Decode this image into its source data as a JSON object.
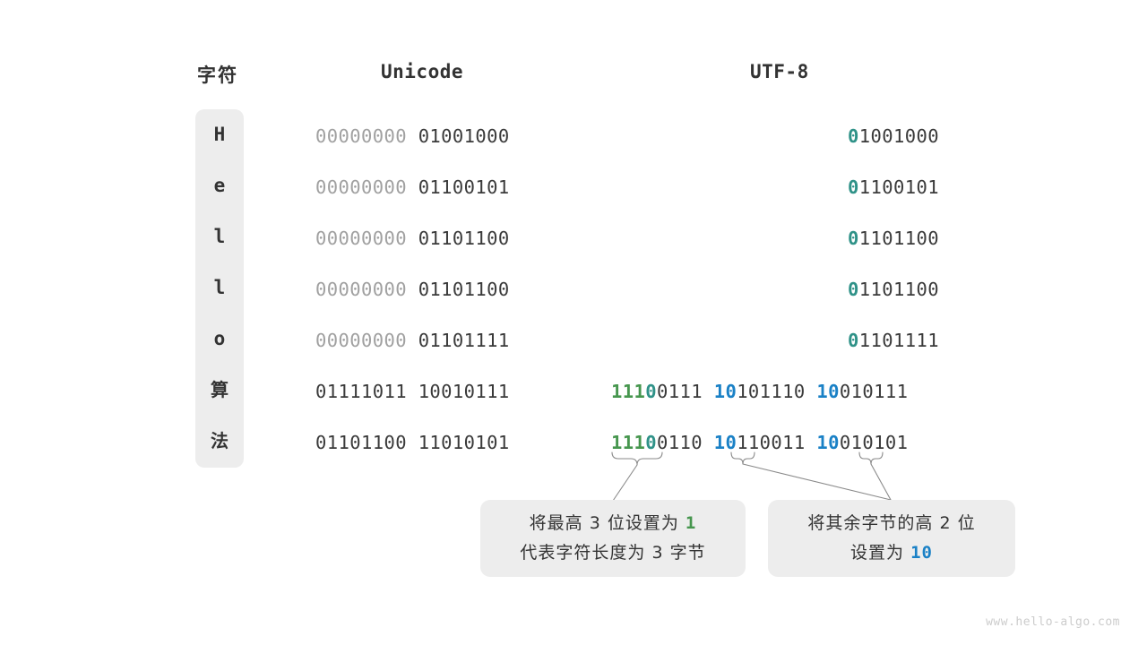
{
  "headers": {
    "char": "字符",
    "unicode": "Unicode",
    "utf8": "UTF-8"
  },
  "rows": [
    {
      "char": "H",
      "unicode": {
        "high": "00000000",
        "low": "01001000"
      },
      "utf8": {
        "bytes": 1,
        "b3_mark": "0",
        "b3_rest": "1001000"
      }
    },
    {
      "char": "e",
      "unicode": {
        "high": "00000000",
        "low": "01100101"
      },
      "utf8": {
        "bytes": 1,
        "b3_mark": "0",
        "b3_rest": "1100101"
      }
    },
    {
      "char": "l",
      "unicode": {
        "high": "00000000",
        "low": "01101100"
      },
      "utf8": {
        "bytes": 1,
        "b3_mark": "0",
        "b3_rest": "1101100"
      }
    },
    {
      "char": "l",
      "unicode": {
        "high": "00000000",
        "low": "01101100"
      },
      "utf8": {
        "bytes": 1,
        "b3_mark": "0",
        "b3_rest": "1101100"
      }
    },
    {
      "char": "o",
      "unicode": {
        "high": "00000000",
        "low": "01101111"
      },
      "utf8": {
        "bytes": 1,
        "b3_mark": "0",
        "b3_rest": "1101111"
      }
    },
    {
      "char": "算",
      "unicode": {
        "high": "01111011",
        "low": "10010111"
      },
      "utf8": {
        "bytes": 3,
        "b1_ones": "111",
        "b1_zero": "0",
        "b1_rest": "0111",
        "b2_mark": "10",
        "b2_rest": "101110",
        "b3_mark": "10",
        "b3_rest": "010111"
      }
    },
    {
      "char": "法",
      "unicode": {
        "high": "01101100",
        "low": "11010101"
      },
      "utf8": {
        "bytes": 3,
        "b1_ones": "111",
        "b1_zero": "0",
        "b1_rest": "0110",
        "b2_mark": "10",
        "b2_rest": "110011",
        "b3_mark": "10",
        "b3_rest": "010101"
      }
    }
  ],
  "callouts": [
    {
      "line1_pre": "将最高 3 位设置为 ",
      "line1_num": "1",
      "line1_num_color": "green",
      "line2": "代表字符长度为 3 字节"
    },
    {
      "line1": "将其余字节的高 2 位",
      "line2_pre": "设置为 ",
      "line2_num": "10",
      "line2_num_color": "blue"
    }
  ],
  "colors": {
    "green": "#46964e",
    "teal": "#2f9288",
    "blue": "#1a81c6",
    "dim": "#a0a0a0",
    "text": "#3a3a3a",
    "pill_bg": "#ededed",
    "connector": "#8a8a8a"
  },
  "watermark": "www.hello-algo.com"
}
